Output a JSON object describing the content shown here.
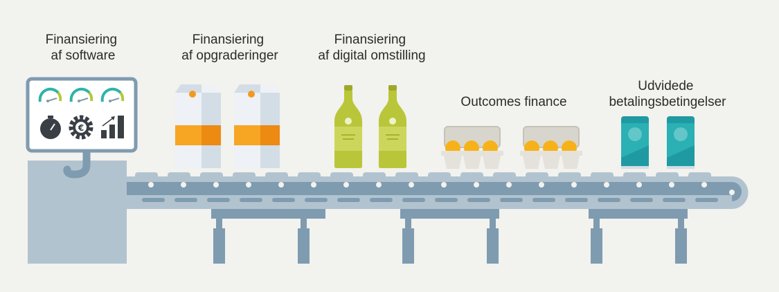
{
  "stations": [
    {
      "id": "software",
      "lines": [
        "Finansiering",
        "af software"
      ]
    },
    {
      "id": "upgrades",
      "lines": [
        "Finansiering",
        "af opgraderinger"
      ]
    },
    {
      "id": "digital",
      "lines": [
        "Finansiering",
        "af digital omstilling"
      ]
    },
    {
      "id": "outcomes",
      "lines": [
        "Outcomes finance"
      ]
    },
    {
      "id": "payment",
      "lines": [
        "Udvidede",
        "betalingsbetingelser"
      ]
    }
  ],
  "monitor_icons": [
    "gauge-icon",
    "gauge-icon",
    "gauge-icon",
    "stopwatch-icon",
    "euro-gear-icon",
    "growth-chart-icon"
  ],
  "colors": {
    "background": "#f2f2ee",
    "machine": "#b2c3d0",
    "machine_dark": "#7f9bb0",
    "carton_orange": "#f29a1f",
    "bottle_green": "#b9c63a",
    "egg_yellow": "#f7b21a",
    "can_teal": "#1f9aa3",
    "icon_dark": "#3a3f45",
    "gauge_teal": "#2fb3aa"
  }
}
